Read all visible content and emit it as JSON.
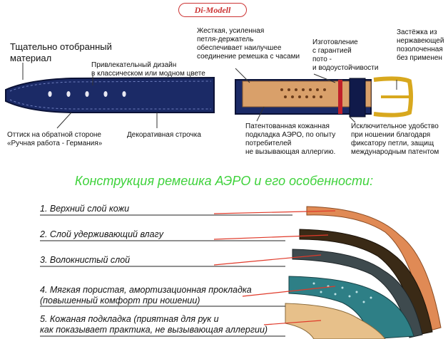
{
  "brand": {
    "logo": "Di-Modell"
  },
  "top": {
    "material": [
      "Тщательно отобранный",
      "материал"
    ],
    "design": [
      "Привлекательный дизайн",
      "в классическом или модном цвете"
    ],
    "loop": [
      "Жесткая, усиленная",
      "петля-держатель",
      "обеспечивает наилучшее",
      "соединение ремешка с часами"
    ],
    "guarantee": [
      "Изготовление",
      "с гарантией",
      "пото -",
      "и водоустойчивости"
    ],
    "buckle": [
      "Застёжка из",
      "нержавеющей",
      "позолоченная",
      "без применен"
    ],
    "stamp": [
      "Оттиск на обратной стороне",
      "«Ручная работа - Германия»"
    ],
    "stitch": "Декоративная строчка",
    "lining": [
      "Патентованная кожанная",
      "подкладка АЭРО, по опыту",
      "потребителей",
      "не вызывающая аллергию."
    ],
    "comfort": [
      "Исключительное удобство",
      "при ношении благодаря",
      "фиксатору петли, защищ",
      "международным патентом"
    ]
  },
  "section_title": "Конструкция ремешка АЭРО и его особенности:",
  "layers": [
    {
      "label": "1. Верхний слой кожи"
    },
    {
      "label": "2. Слой удерживающий влагу"
    },
    {
      "label": "3. Волокнистый слой"
    },
    {
      "label": "4. Мягкая пористая, амортизационная прокладка",
      "label2": "(повышенный комфорт при ношении)"
    },
    {
      "label": "5. Кожаная подкладка (приятная для рук и",
      "label2": "как показывает практика, не вызывающая аллергии)"
    }
  ],
  "colors": {
    "brand": "#cc3333",
    "heading": "#3fd23c",
    "strap": "#1b2a66",
    "lining": "#d9a06a",
    "leader": "#e03a2a"
  }
}
